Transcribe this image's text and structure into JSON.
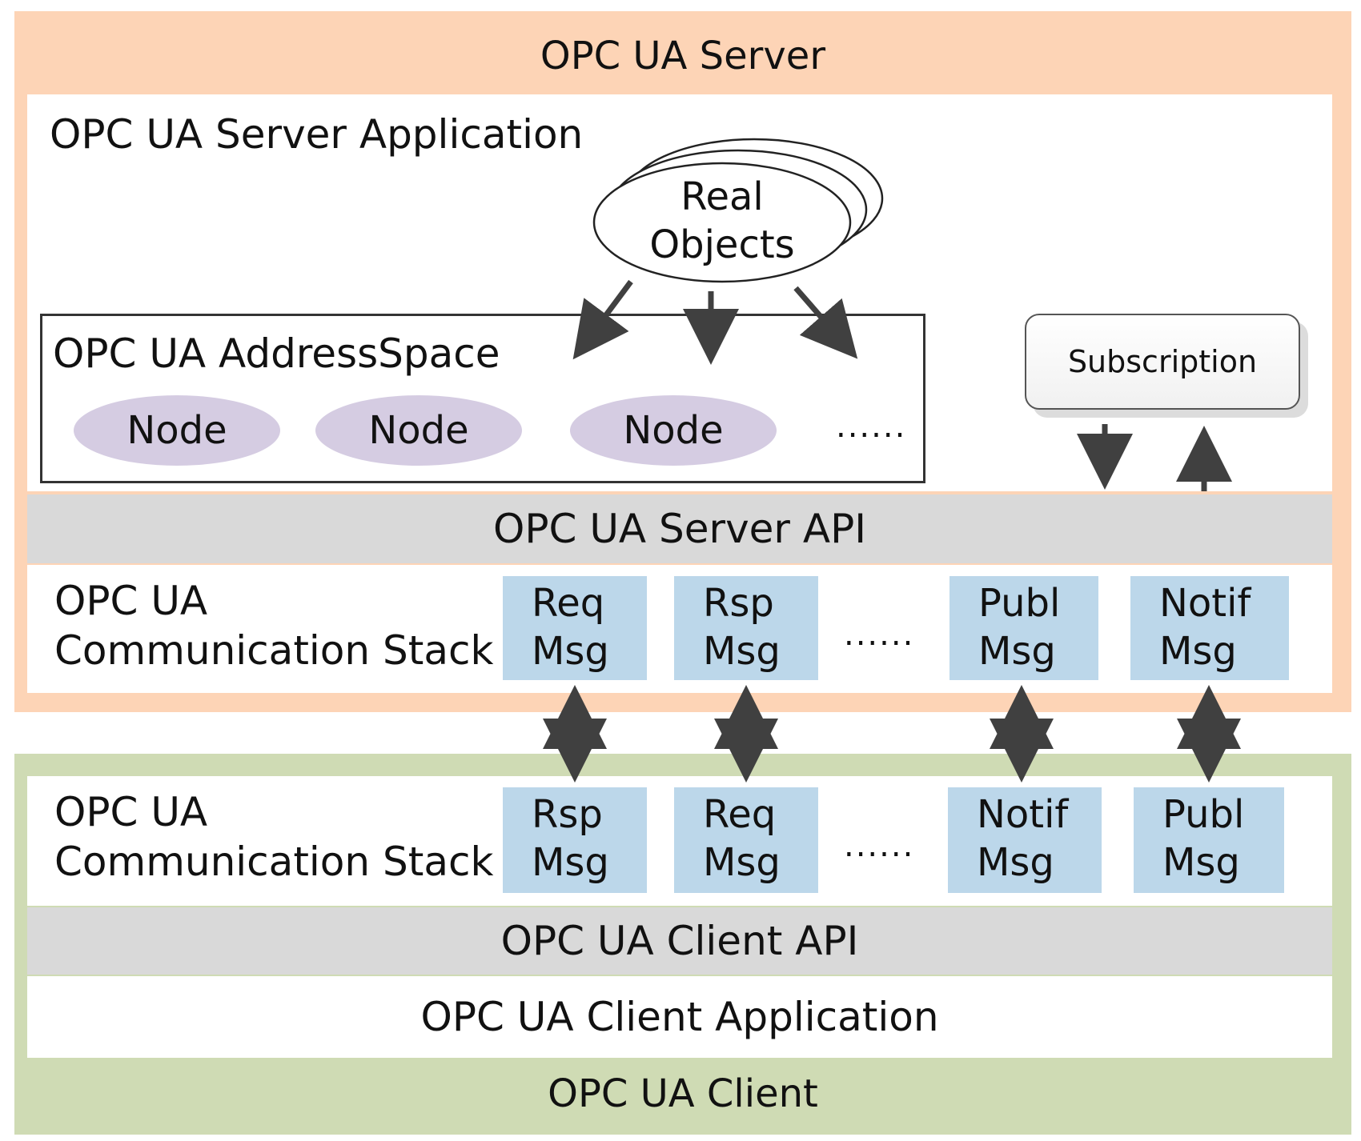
{
  "server": {
    "title": "OPC UA Server",
    "application_title": "OPC UA Server Application",
    "real_objects": "Real\nObjects",
    "address_space": {
      "title": "OPC UA AddressSpace",
      "nodes": [
        "Node",
        "Node",
        "Node"
      ],
      "more": "......"
    },
    "subscription": "Subscription",
    "api": "OPC UA Server API",
    "stack": {
      "title": "OPC UA\nCommunication Stack",
      "messages": [
        "Req\nMsg",
        "Rsp\nMsg",
        "Publ\nMsg",
        "Notif\nMsg"
      ],
      "more": "......"
    }
  },
  "client": {
    "stack": {
      "title": "OPC UA\nCommunication Stack",
      "messages": [
        "Rsp\nMsg",
        "Req\nMsg",
        "Notif\nMsg",
        "Publ\nMsg"
      ],
      "more": "......"
    },
    "api": "OPC UA Client API",
    "application_title": "OPC UA Client Application",
    "title": "OPC UA Client"
  },
  "colors": {
    "server_region": "#fdd4b6",
    "client_region": "#cfdbb4",
    "api_band": "#d9d9d9",
    "message_box": "#bcd7ea",
    "node": "#d5cce2",
    "arrow": "#404040"
  }
}
